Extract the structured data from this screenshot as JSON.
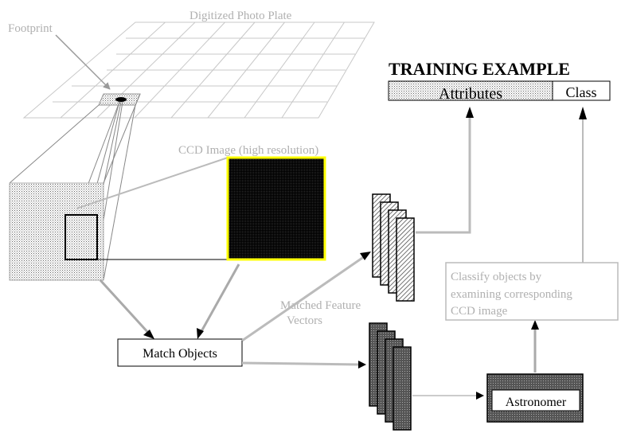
{
  "labels": {
    "plate_title": "Digitized Photo Plate",
    "footprint": "Footprint",
    "ccd_image": "CCD Image (high resolution)",
    "training_title": "TRAINING EXAMPLE",
    "attributes": "Attributes",
    "class": "Class",
    "match_objects": "Match Objects",
    "matched_feature_vectors_1": "Matched Feature",
    "matched_feature_vectors_2": "Vectors",
    "classify_line1": "Classify objects by",
    "classify_line2": "examining corresponding",
    "classify_line3": "CCD image",
    "astronomer": "Astronomer"
  },
  "colors": {
    "grey_text": "#b0b0b0",
    "grey_line": "#c0c0c0",
    "ccd_border": "#ffff00",
    "ccd_fill": "#111111",
    "astronomer_fill": "#555555"
  }
}
